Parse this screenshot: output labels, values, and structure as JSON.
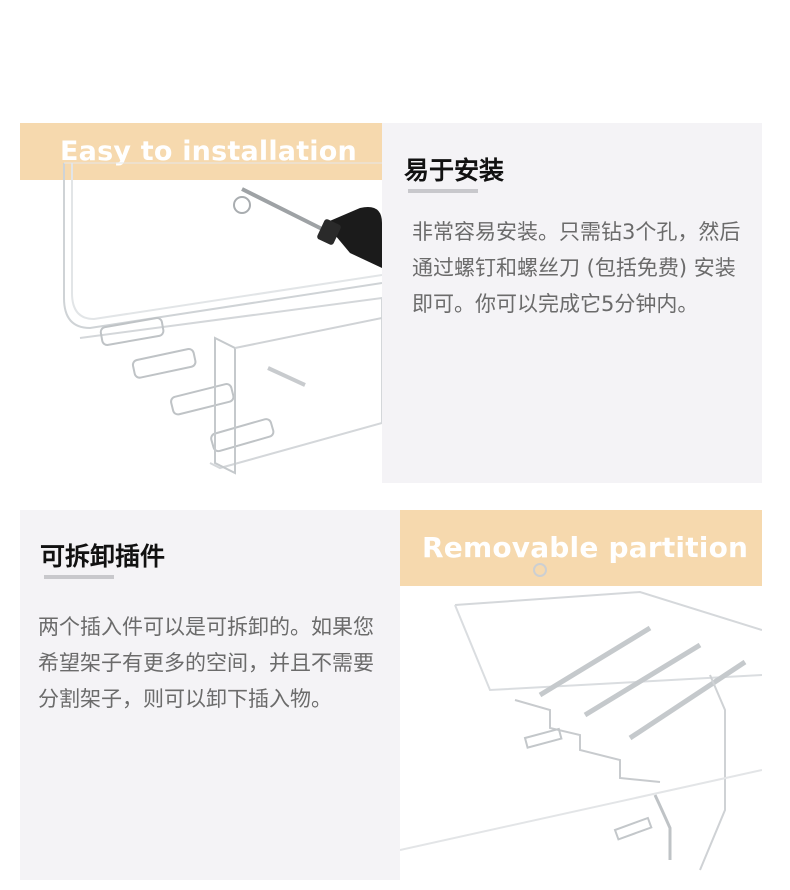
{
  "sections": [
    {
      "banner_text": "Easy to installation",
      "heading": "易于安装",
      "description": "非常容易安装。只需钻3个孔，然后通过螺钉和螺丝刀 (包括免费) 安装即可。你可以完成它5分钟内。"
    },
    {
      "banner_text": "Removable partition",
      "heading": "可拆卸插件",
      "description": "两个插入件可以是可拆卸的。如果您希望架子有更多的空间，并且不需要分割架子，则可以卸下插入物。"
    }
  ],
  "colors": {
    "banner": "#f6d9ae",
    "panel_bg": "#f4f3f6",
    "heading": "#111111",
    "body_text": "#6b6b6b",
    "underline": "#c8c8cc"
  },
  "images": [
    {
      "name": "acrylic-shelf-with-drill-photo"
    },
    {
      "name": "acrylic-shelf-removable-partition-photo"
    }
  ]
}
